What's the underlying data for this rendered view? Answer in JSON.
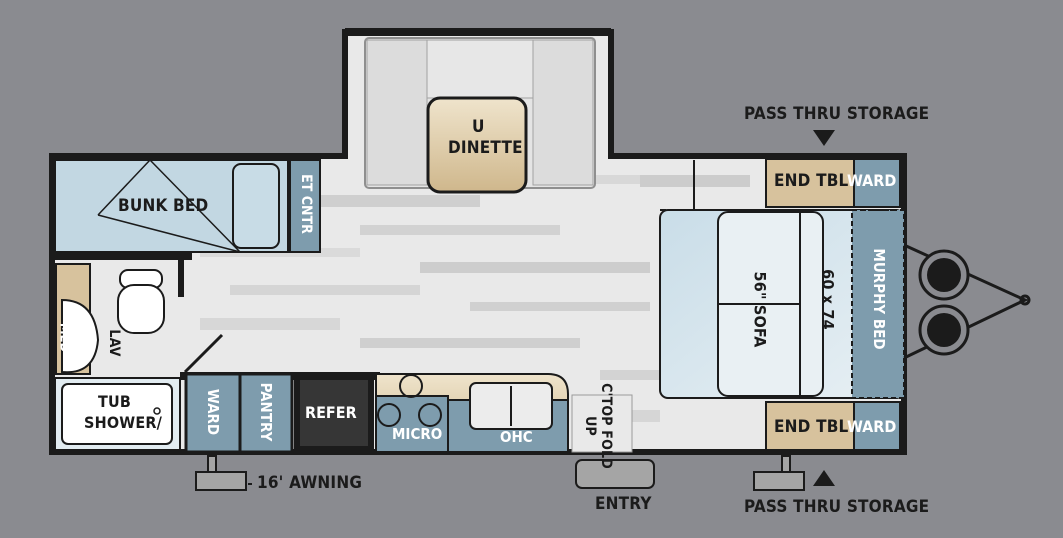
{
  "labels": {
    "u_dinette_u": "U",
    "u_dinette": "DINETTE",
    "bunk_bed": "BUNK BED",
    "et_cntr": "ET CNTR",
    "pass_thru_top": "PASS THRU STORAGE",
    "pass_thru_bottom": "PASS THRU STORAGE",
    "end_tbl_top": "END TBL",
    "ward_top_right": "WARD",
    "end_tbl_bottom": "END TBL",
    "ward_bottom_right": "WARD",
    "murphy_bed": "MURPHY BED",
    "murphy_size": "60 x 74",
    "sofa": "56\" SOFA",
    "med": "MED",
    "lav": "LAV",
    "tub_shower": "TUB",
    "tub_shower2": "SHOWER/",
    "ward_bath": "WARD",
    "pantry": "PANTRY",
    "refer": "REFER",
    "micro": "MICRO",
    "ohc": "OHC",
    "ctop_fold_up": "C'TOP FOLD UP",
    "awning": "16' AWNING",
    "entry": "ENTRY"
  },
  "colors": {
    "background": "#8a8b90",
    "wall": "#1b1b1b",
    "blue_fixture": "#7e9cad",
    "light_blue": "#c5dbe6",
    "tan": "#d7c29d",
    "floor_light": "#e6e6e6"
  }
}
